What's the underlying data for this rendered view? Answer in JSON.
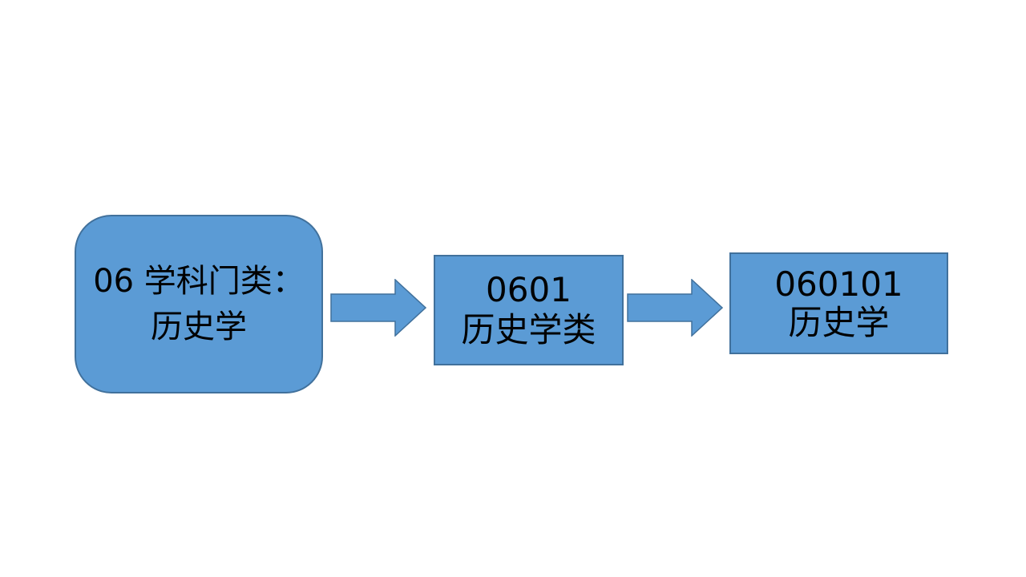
{
  "diagram": {
    "type": "flow",
    "direction": "left-to-right",
    "background": "#FFFFFF",
    "nodes": [
      {
        "id": "discipline-category",
        "shape": "rounded-rectangle",
        "line1": "06 学科门类：",
        "line2": "历史学"
      },
      {
        "id": "discipline-class",
        "shape": "rectangle",
        "line1": "0601",
        "line2": "历史学类"
      },
      {
        "id": "major",
        "shape": "rectangle",
        "line1": "060101",
        "line2": "历史学"
      }
    ],
    "connectors": [
      {
        "from": "discipline-category",
        "to": "discipline-class",
        "icon": "right-arrow-icon"
      },
      {
        "from": "discipline-class",
        "to": "major",
        "icon": "right-arrow-icon"
      }
    ],
    "colors": {
      "shape_fill": "#5B9BD5",
      "shape_border": "#41719C",
      "text": "#000000",
      "background": "#FFFFFF"
    }
  }
}
